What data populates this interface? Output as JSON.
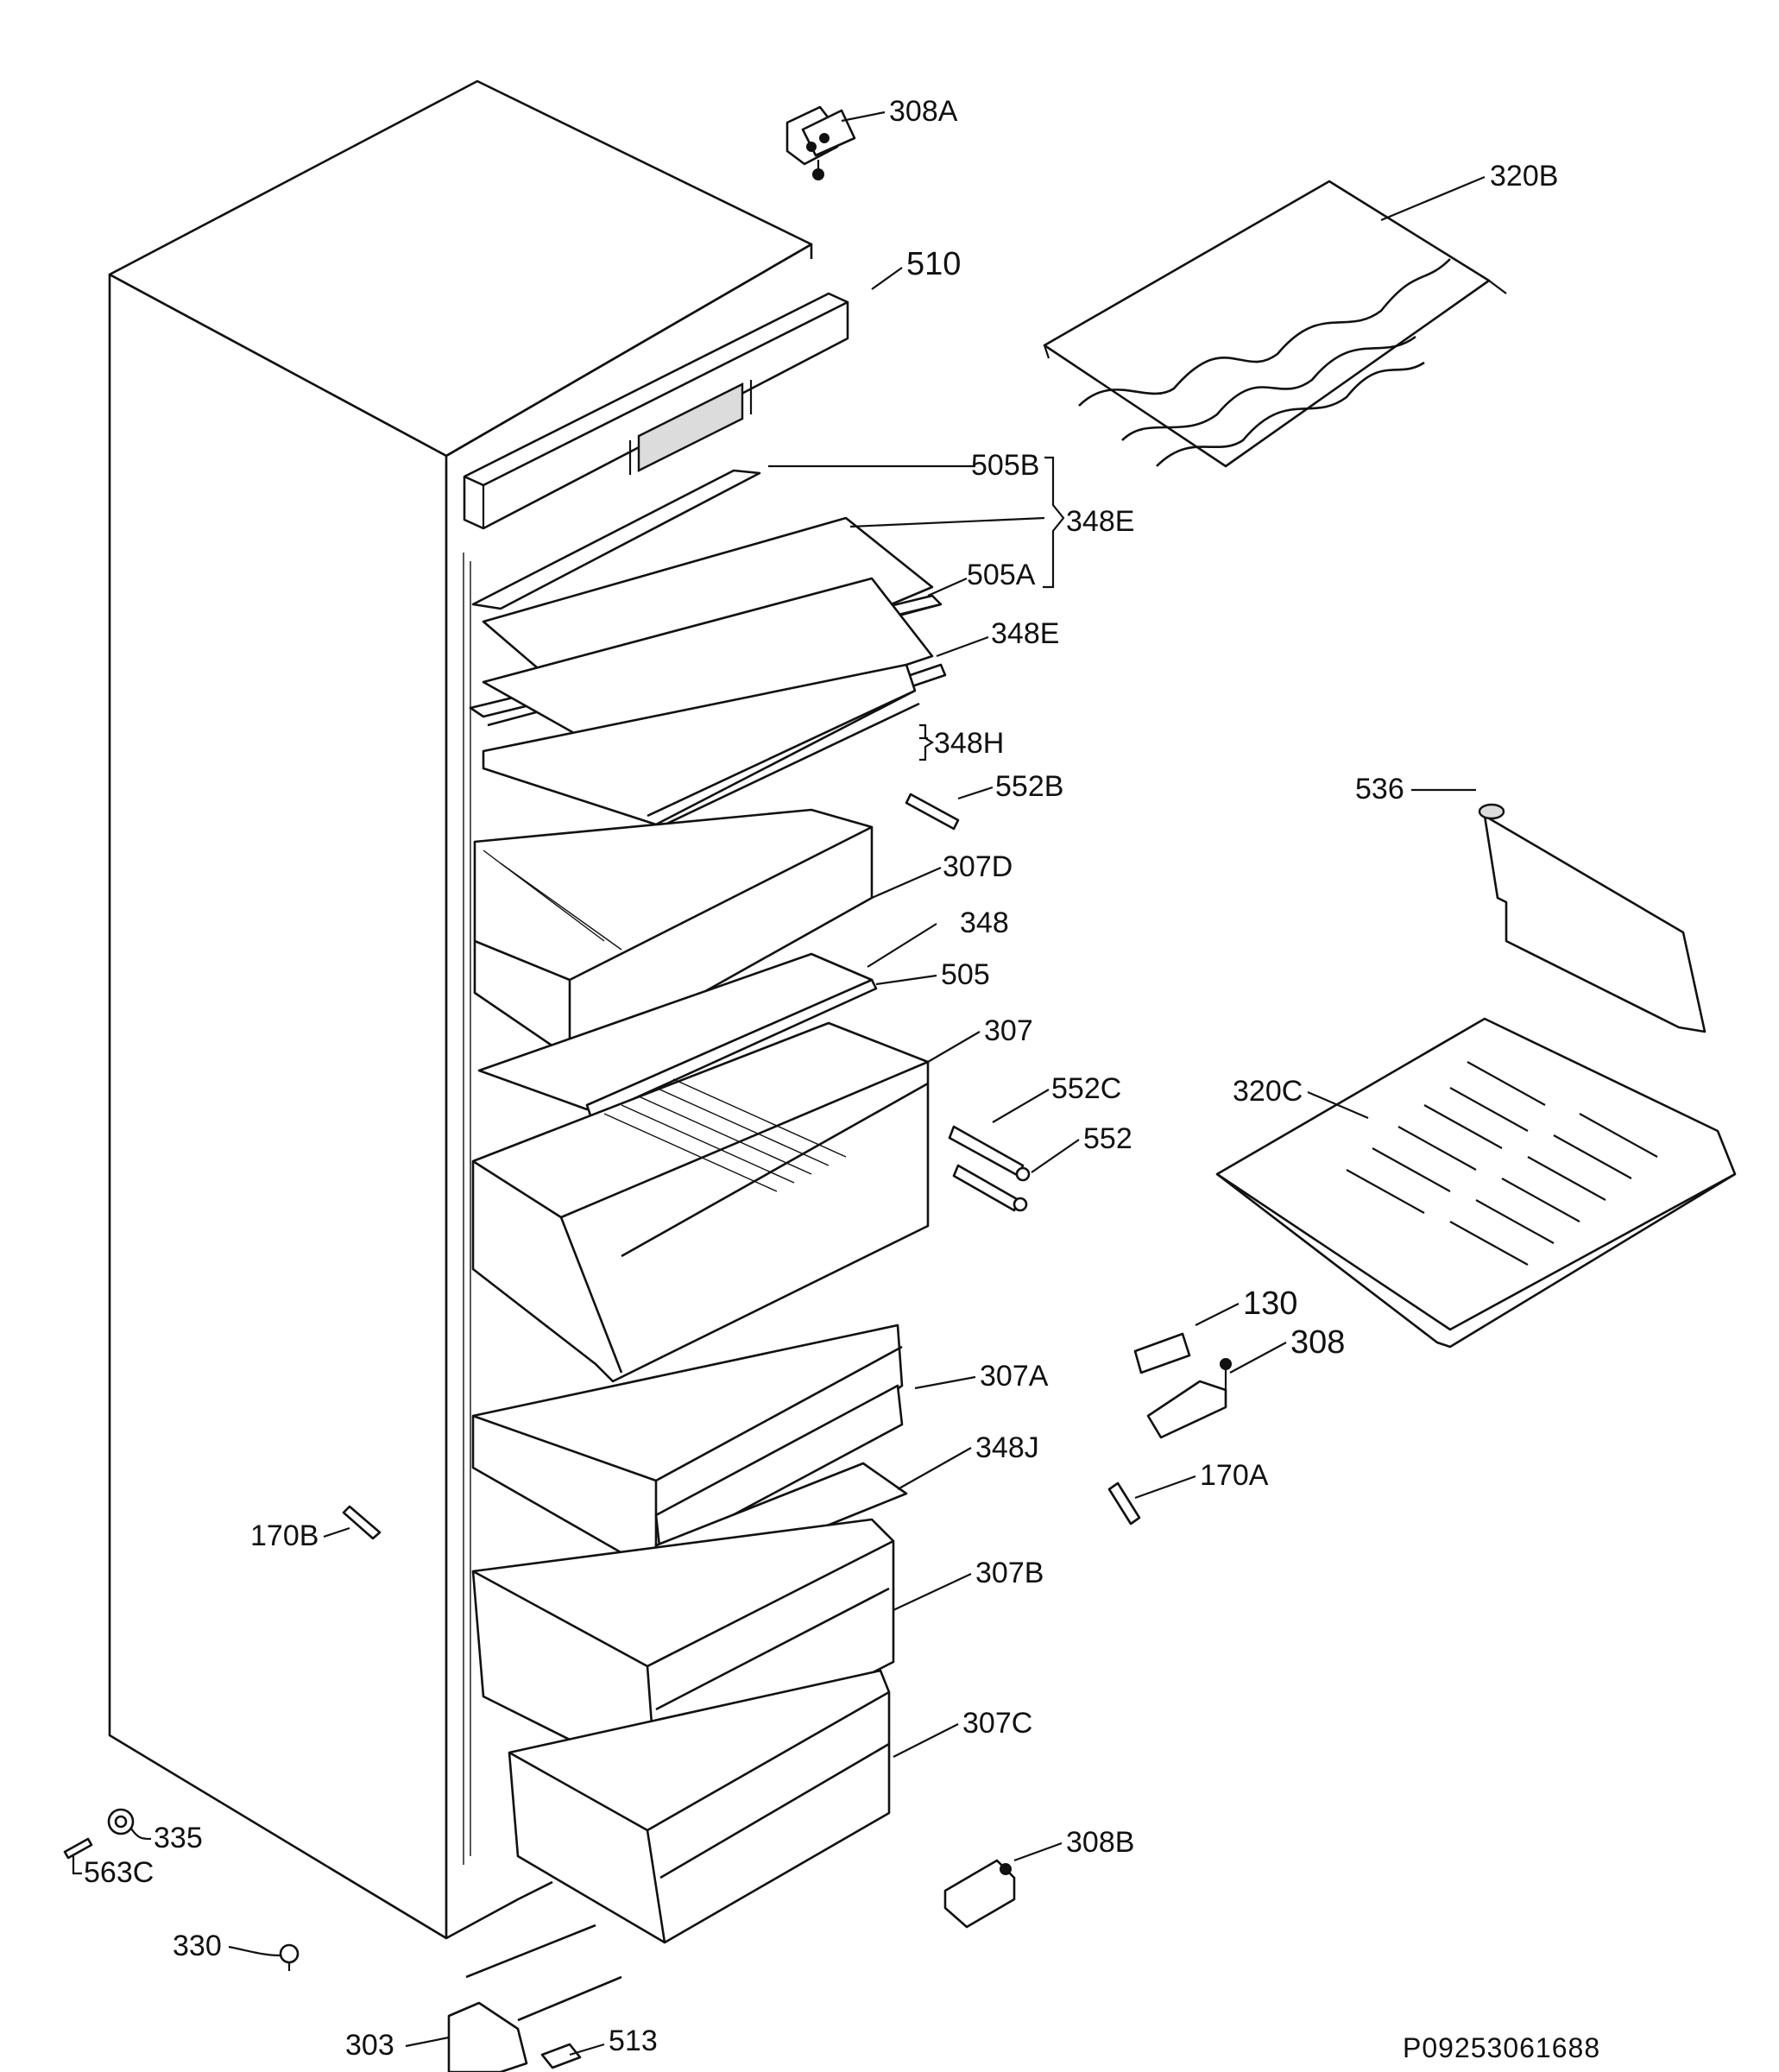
{
  "labels": {
    "p308A": "308A",
    "p320B": "320B",
    "p510": "510",
    "p505B": "505B",
    "p348E_group": "348E",
    "p505A": "505A",
    "p348E": "348E",
    "p348H": "348H",
    "p552B": "552B",
    "p536": "536",
    "p307D": "307D",
    "p348": "348",
    "p505": "505",
    "p307": "307",
    "p552C": "552C",
    "p552": "552",
    "p320C": "320C",
    "p130": "130",
    "p308": "308",
    "p307A": "307A",
    "p348J": "348J",
    "p170A": "170A",
    "p170B": "170B",
    "p307B": "307B",
    "p307C": "307C",
    "p335": "335",
    "p563C": "563C",
    "p308B": "308B",
    "p330": "330",
    "p303": "303",
    "p513": "513"
  },
  "reference_code": "P09253061688"
}
